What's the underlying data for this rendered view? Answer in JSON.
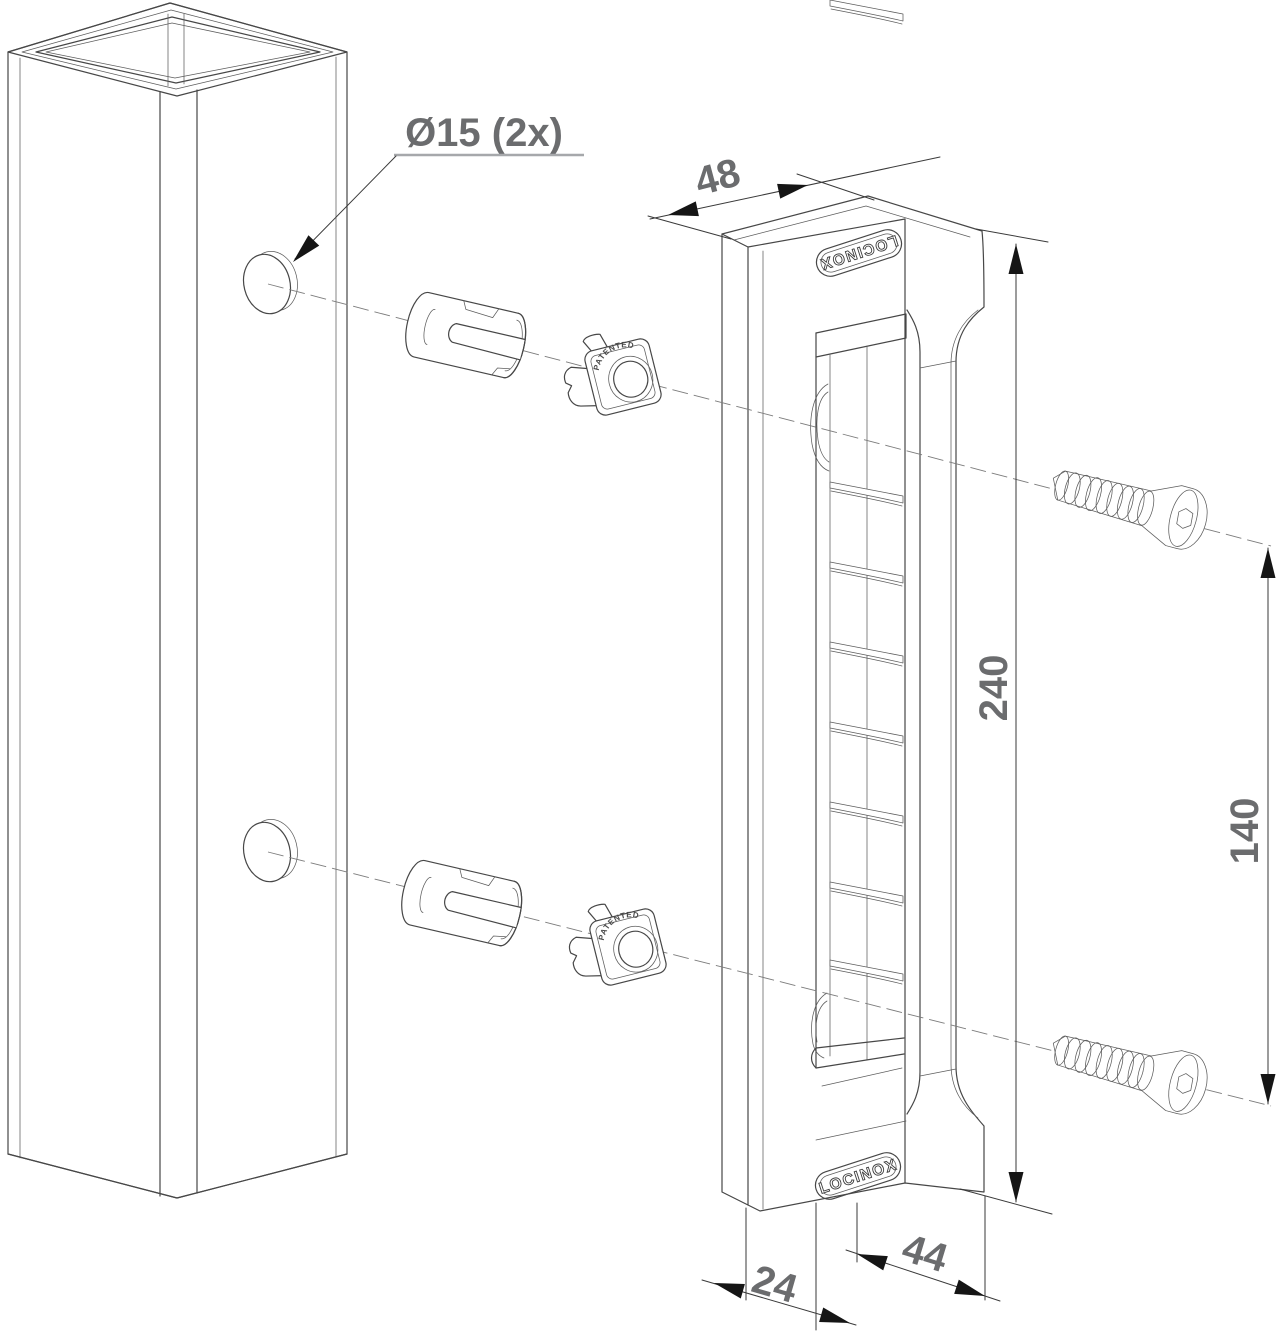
{
  "drawing": {
    "title": "gate-catch-installation-diagram",
    "hole_label": "Ø15 (2x)",
    "brand": "LOCINOX",
    "patented_label": "PATENTED",
    "dims": {
      "depth_top": "48",
      "overall_height": "240",
      "screw_spacing": "140",
      "front_width": "44",
      "side_width": "24"
    },
    "colors": {
      "line": "#474747",
      "dim_text": "#6b6c6e",
      "arrow": "#151515",
      "axis": "#7c7c7c",
      "background": "#ffffff"
    }
  }
}
